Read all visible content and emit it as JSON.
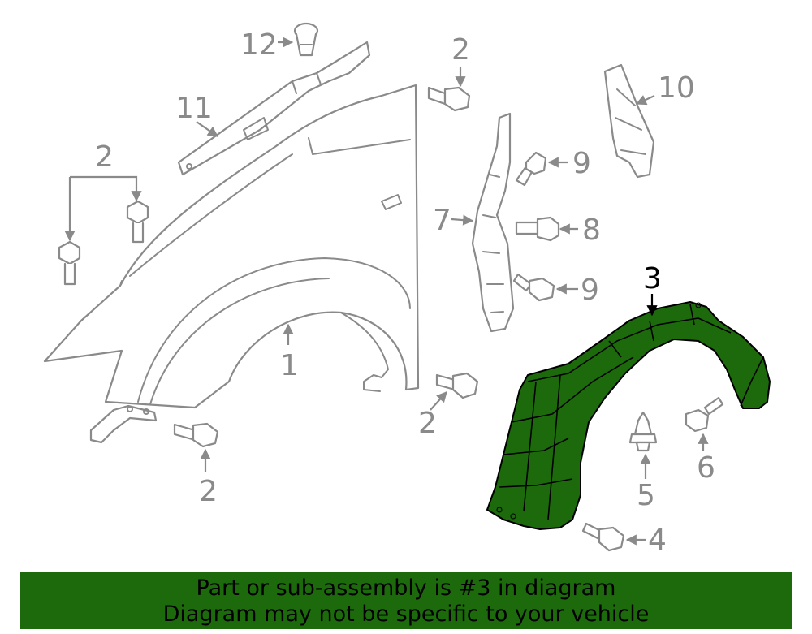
{
  "callouts": {
    "c1": "1",
    "c2a": "2",
    "c2b": "2",
    "c2c": "2",
    "c2d": "2",
    "c3": "3",
    "c4": "4",
    "c5": "5",
    "c6": "6",
    "c7": "7",
    "c8": "8",
    "c9a": "9",
    "c9b": "9",
    "c10": "10",
    "c11": "11",
    "c12": "12"
  },
  "highlight": {
    "part_number": "3",
    "color": "#1d6a0d"
  },
  "banner": {
    "line1": "Part or sub-assembly is #3 in diagram",
    "line2": "Diagram may not be specific to your vehicle"
  }
}
